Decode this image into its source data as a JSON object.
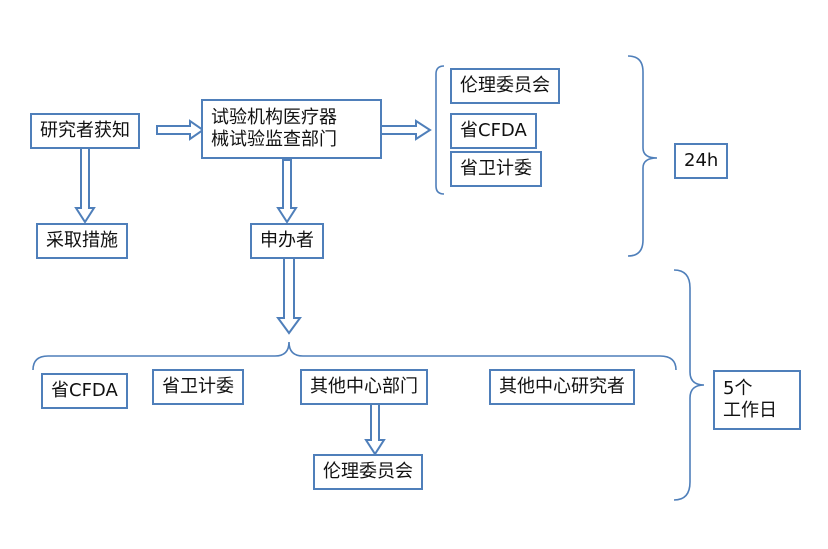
{
  "colors": {
    "box_border": "#4f7fba",
    "arrow": "#4f7fba",
    "arrow_fill": "#ffffff",
    "text": "#111111"
  },
  "nodes": {
    "investigator_aware": "研究者获知",
    "institution_line1": "试验机构医疗器",
    "institution_line2": "械试验监查部门",
    "take_measures": "采取措施",
    "sponsor": "申办者",
    "ethics_committee_top": "伦理委员会",
    "provincial_cfda_top": "省CFDA",
    "provincial_health_top": "省卫计委",
    "time_24h": "24h",
    "provincial_cfda_bottom": "省CFDA",
    "provincial_health_bottom": "省卫计委",
    "other_center_departments": "其他中心部门",
    "other_center_investigators": "其他中心研究者",
    "ethics_committee_bottom": "伦理委员会",
    "time_5days_line1": "5个",
    "time_5days_line2": "工作日"
  }
}
